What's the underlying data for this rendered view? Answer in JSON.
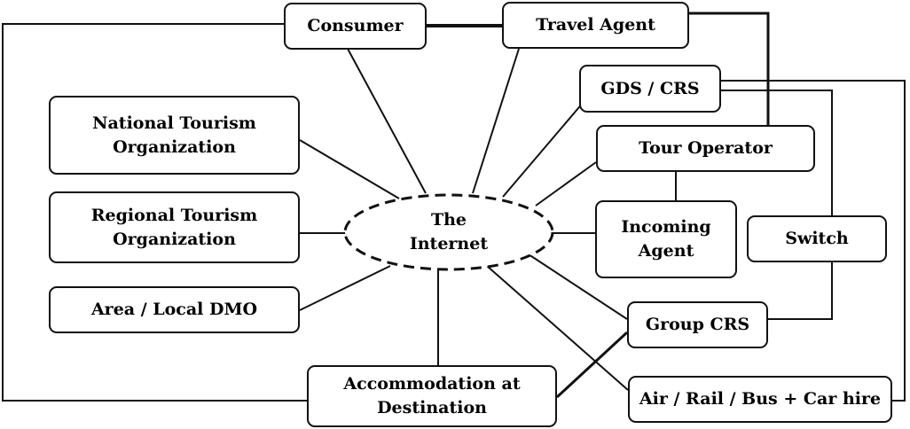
{
  "hub": {
    "line1": "The",
    "line2": "Internet"
  },
  "nodes": {
    "consumer": {
      "label": "Consumer"
    },
    "travel_agent": {
      "label": "Travel Agent"
    },
    "gds_crs": {
      "label": "GDS / CRS"
    },
    "national_tourism": {
      "line1": "National Tourism",
      "line2": "Organization"
    },
    "tour_operator": {
      "label": "Tour Operator"
    },
    "regional_tourism": {
      "line1": "Regional Tourism",
      "line2": "Organization"
    },
    "incoming_agent": {
      "line1": "Incoming",
      "line2": "Agent"
    },
    "switch": {
      "label": "Switch"
    },
    "area_local_dmo": {
      "label": "Area / Local DMO"
    },
    "group_crs": {
      "label": "Group CRS"
    },
    "accommodation": {
      "line1": "Accommodation at",
      "line2": "Destination"
    },
    "transport": {
      "label": "Air / Rail / Bus + Car hire"
    }
  },
  "colors": {
    "line": "#111111",
    "background": "#ffffff"
  }
}
